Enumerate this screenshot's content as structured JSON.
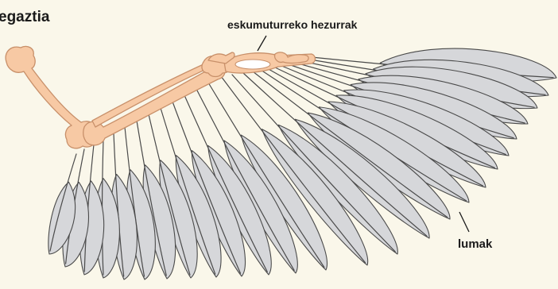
{
  "diagram": {
    "title": "egaztia",
    "labels": {
      "wrist_bones": "eskumuturreko hezurrak",
      "feathers": "lumak"
    }
  },
  "colors": {
    "background": "#faf7ea",
    "bone_fill": "#f7c9a4",
    "bone_stroke": "#c8906a",
    "feather_fill": "#d6d7da",
    "feather_stroke": "#4a4a4a",
    "text": "#1a1a1a"
  }
}
